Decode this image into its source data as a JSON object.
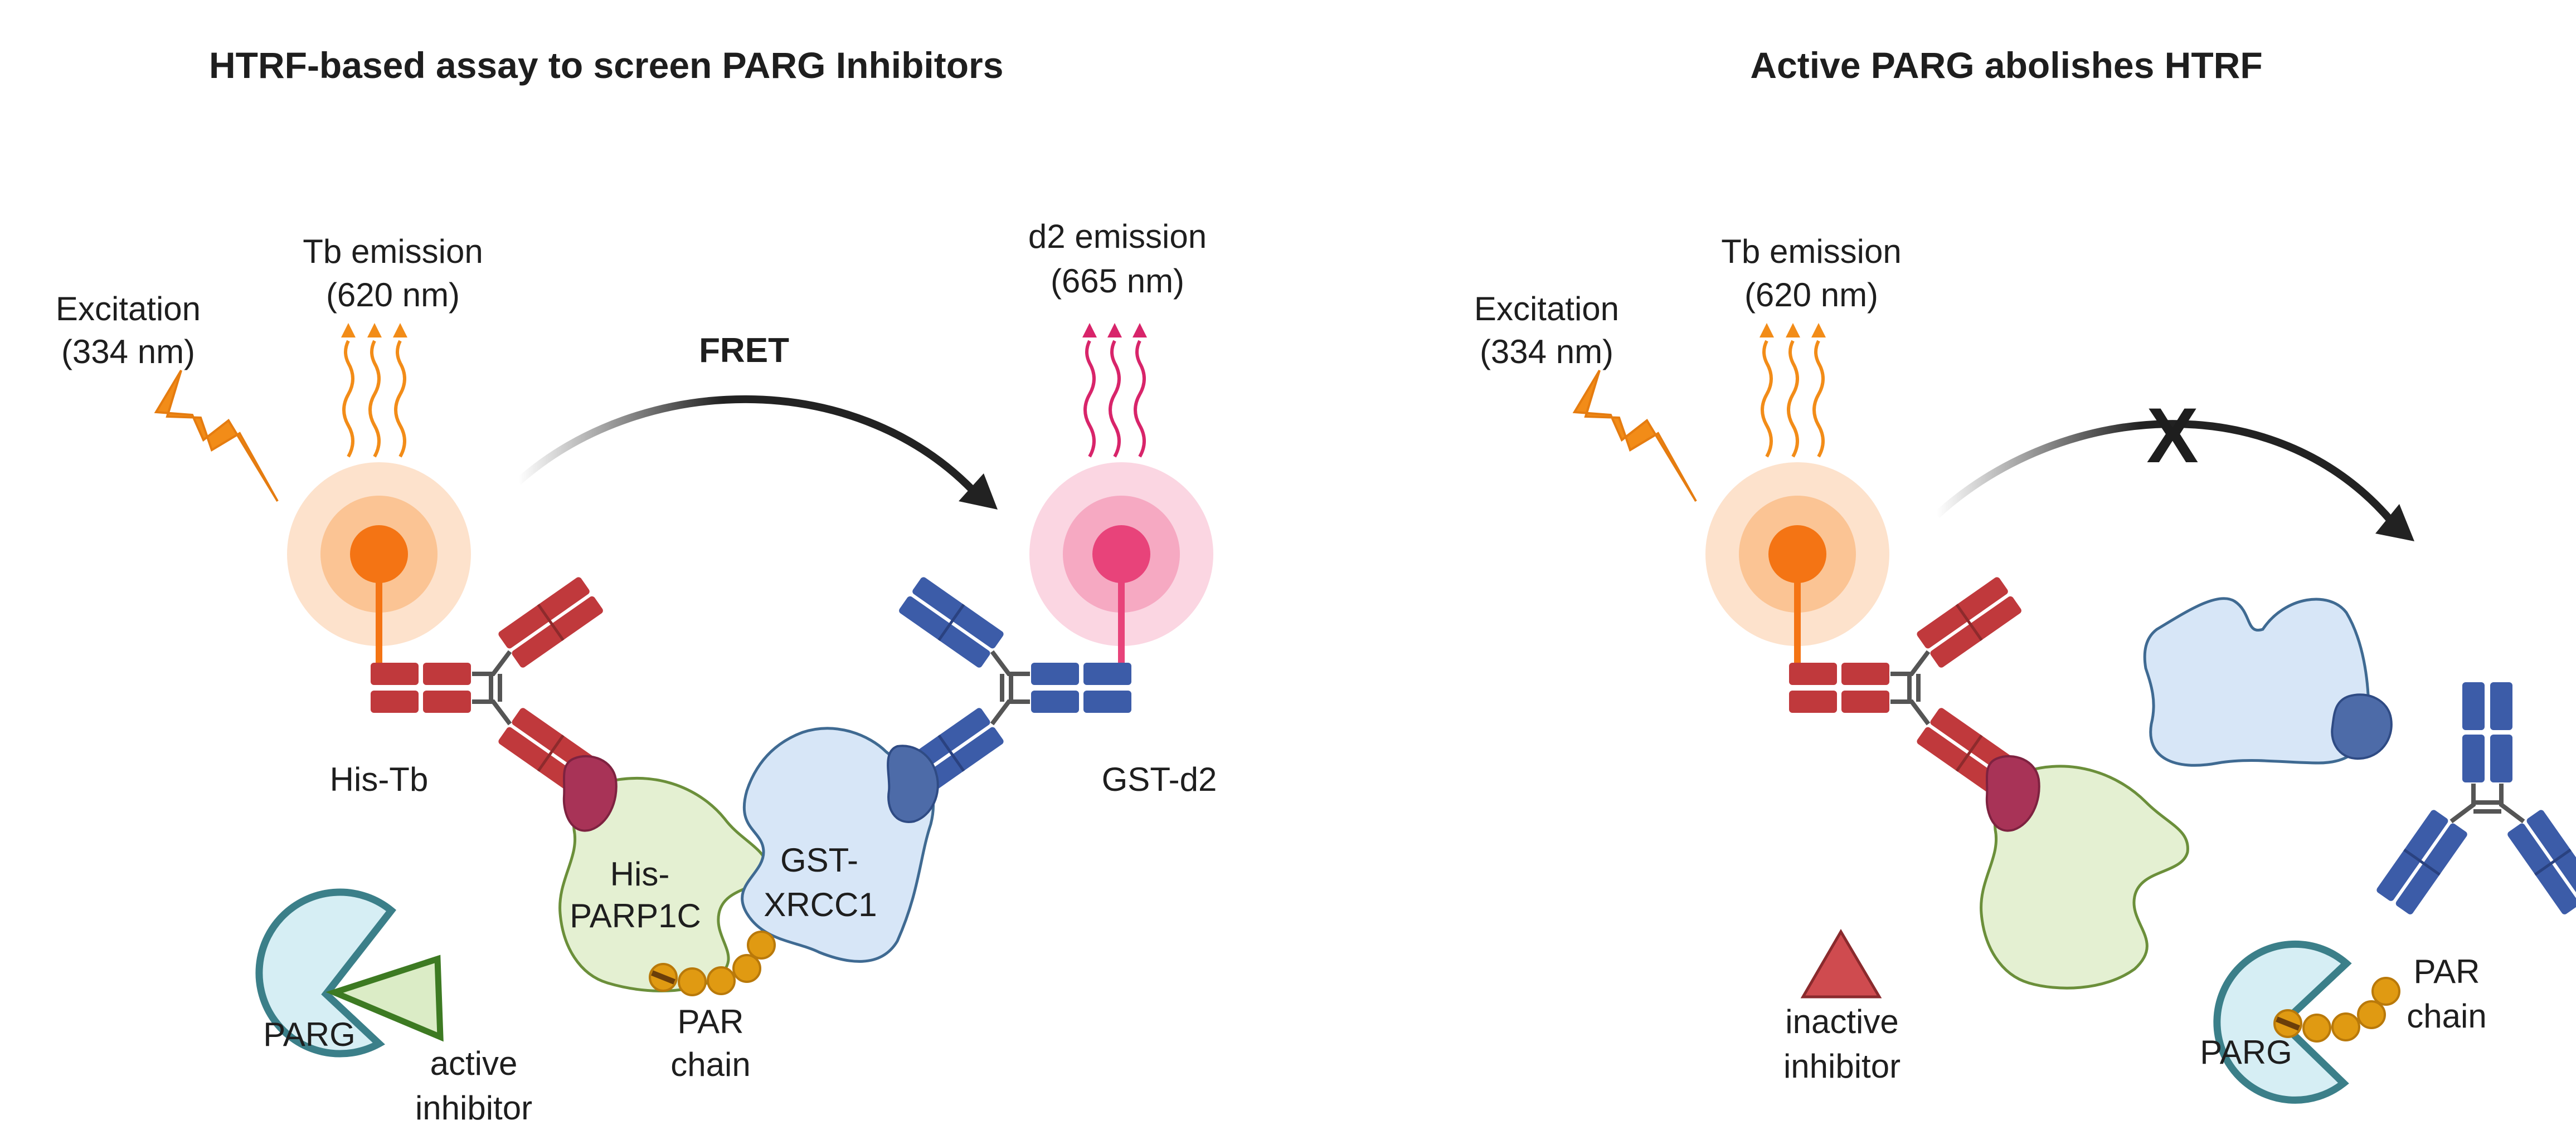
{
  "colors": {
    "terbium": "#f47414",
    "terbium_glow": "#fde2cc",
    "d2": "#e8437a",
    "d2_glow": "#fbd6e2",
    "his_antibody": "#c0393c",
    "gst_antibody": "#3c5ca8",
    "parp1c": "#e4f0d2",
    "xrcc1": "#d7e6f7",
    "parg": "#d6eef4",
    "par_chain": "#e09a12",
    "active_inhibitor": "#dbecc6",
    "inactive_inhibitor": "#cf4b4f",
    "arrow": "#222222"
  },
  "left_panel": {
    "title": "HTRF-based assay to screen PARG Inhibitors",
    "excitation": [
      "Excitation",
      "(334 nm)"
    ],
    "tb_emission": [
      "Tb emission",
      "(620 nm)"
    ],
    "d2_emission": [
      "d2 emission",
      "(665 nm)"
    ],
    "fret": "FRET",
    "his_tb": "His-Tb",
    "gst_d2": "GST-d2",
    "his_parp1c": [
      "His-",
      "PARP1C"
    ],
    "gst_xrcc1": [
      "GST-",
      "XRCC1"
    ],
    "par_chain": [
      "PAR",
      "chain"
    ],
    "parg": "PARG",
    "active_inhibitor": [
      "active",
      "inhibitor"
    ]
  },
  "right_panel": {
    "title": "Active PARG abolishes HTRF",
    "excitation": [
      "Excitation",
      "(334 nm)"
    ],
    "tb_emission": [
      "Tb emission",
      "(620 nm)"
    ],
    "blocked_mark": "X",
    "inactive_inhibitor": [
      "inactive",
      "inhibitor"
    ],
    "parg": "PARG",
    "par_chain": [
      "PAR",
      "chain"
    ]
  }
}
